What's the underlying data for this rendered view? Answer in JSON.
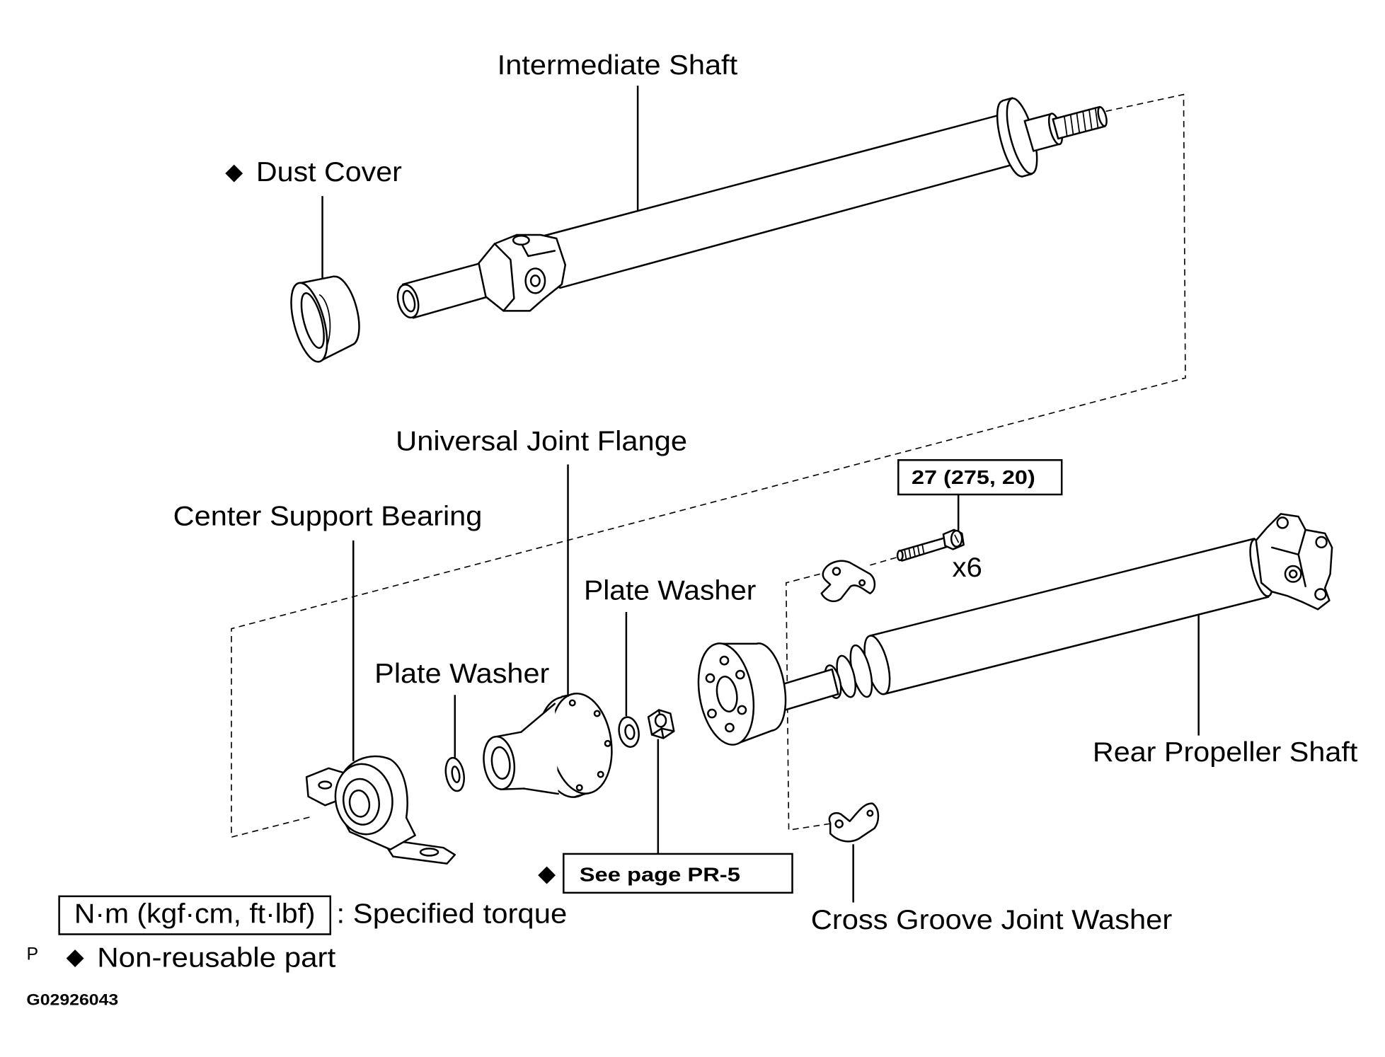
{
  "symbol": "◆",
  "parts": {
    "intermediate_shaft": "Intermediate Shaft",
    "dust_cover": "Dust Cover",
    "universal_joint_flange": "Universal Joint Flange",
    "center_support_bearing": "Center Support Bearing",
    "plate_washer_upper": "Plate Washer",
    "plate_washer_lower": "Plate Washer",
    "rear_propeller_shaft": "Rear Propeller Shaft",
    "cross_groove_joint_washer": "Cross Groove Joint Washer"
  },
  "bolt": {
    "torque": "27 (275, 20)",
    "quantity": "x6"
  },
  "nut": {
    "reference": "See page PR-5"
  },
  "legend": {
    "torque_units": "N·m (kgf·cm, ft·lbf)",
    "torque_text": ": Specified torque",
    "prefix": "P",
    "nonreusable_text": "Non-reusable part"
  },
  "figure_id": "G02926043",
  "colors": {
    "line": "#000000",
    "background": "#ffffff"
  }
}
